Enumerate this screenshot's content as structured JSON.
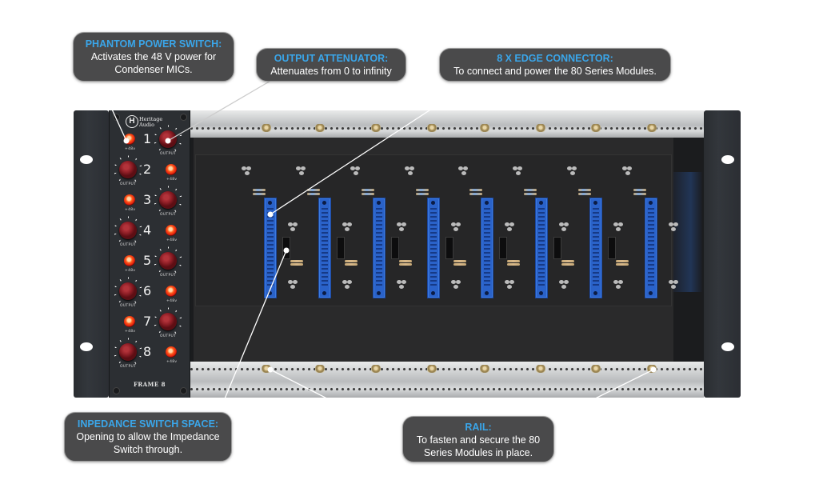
{
  "product": {
    "brand": "Heritage Audio",
    "model": "FRAME 8",
    "channels": [
      "1",
      "2",
      "3",
      "4",
      "5",
      "6",
      "7",
      "8"
    ],
    "knob_label": "OUTPUT",
    "led_label": "+48v"
  },
  "callouts": {
    "phantom": {
      "title": "PHANTOM POWER SWITCH:",
      "body": "Activates the 48 V power for Condenser MICs."
    },
    "output": {
      "title": "OUTPUT ATTENUATOR:",
      "body": "Attenuates from 0 to infinity"
    },
    "edge": {
      "title": "8 X EDGE CONNECTOR:",
      "body": "To connect and power the 80 Series Modules."
    },
    "impedance": {
      "title": "INPEDANCE SWITCH SPACE:",
      "body": "Opening to allow the Impedance Switch through."
    },
    "rail": {
      "title": "RAIL:",
      "body": "To fasten and secure the 80 Series Modules in place."
    }
  },
  "colors": {
    "accent_title": "#3aa6ea",
    "callout_bg": "#4a4a4b",
    "led": "#ff3d14",
    "connector": "#2a62c9"
  }
}
